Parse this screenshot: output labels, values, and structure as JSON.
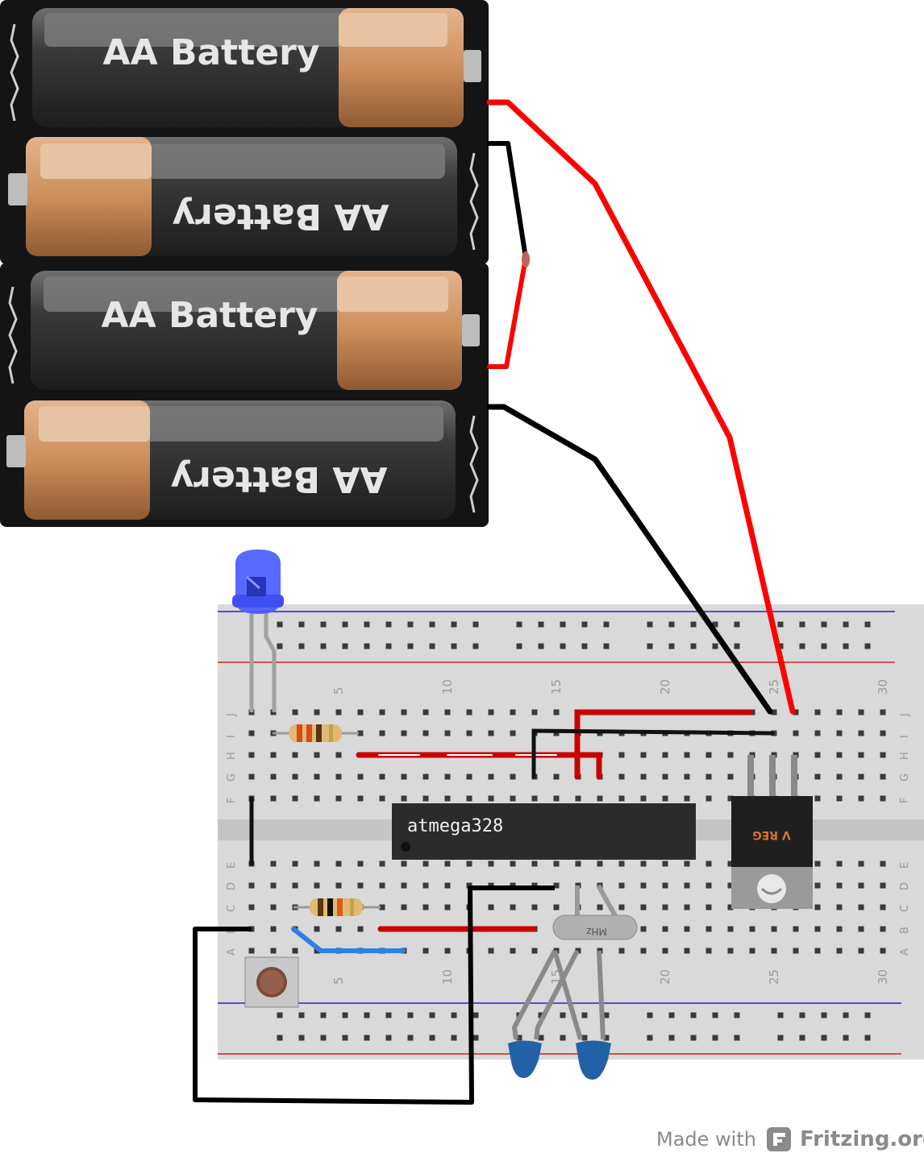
{
  "batteries": [
    {
      "label": "AA Battery",
      "flipped": false
    },
    {
      "label": "AA Battery",
      "flipped": true
    },
    {
      "label": "AA Battery",
      "flipped": false
    },
    {
      "label": "AA Battery",
      "flipped": true
    }
  ],
  "breadboard": {
    "top_numbers": [
      "5",
      "10",
      "15",
      "20",
      "25",
      "30"
    ],
    "bottom_numbers": [
      "5",
      "10",
      "15",
      "20",
      "25",
      "30"
    ],
    "row_letters_top": [
      "J",
      "I",
      "H",
      "G",
      "F"
    ],
    "row_letters_bottom": [
      "E",
      "D",
      "C",
      "B",
      "A"
    ]
  },
  "chip": {
    "label": "atmega328"
  },
  "regulator": {
    "label": "V REG"
  },
  "crystal": {
    "label": "MHz"
  },
  "footer": {
    "made_with": "Made with",
    "brand": "Fritzing.org"
  },
  "colors": {
    "red_wire": "#ff0000",
    "black_wire": "#000000",
    "blue_wire": "#2f7fe6",
    "bb_wire_red": "#cc0000",
    "led_blue": "#4a5cff",
    "cap_blue": "#2361a6"
  }
}
